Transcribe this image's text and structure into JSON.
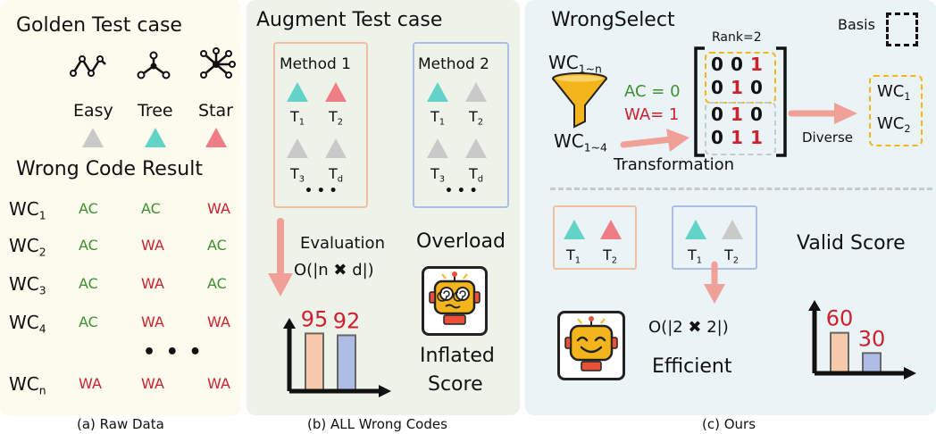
{
  "panel_a": {
    "title": "Golden Test case",
    "graph_types": [
      "Easy",
      "Tree",
      "Star"
    ],
    "wrong_code_title": "Wrong Code Result",
    "rows": [
      {
        "label": "WC",
        "sub": "1",
        "results": [
          "AC",
          "AC",
          "WA"
        ]
      },
      {
        "label": "WC",
        "sub": "2",
        "results": [
          "AC",
          "WA",
          "AC"
        ]
      },
      {
        "label": "WC",
        "sub": "3",
        "results": [
          "AC",
          "WA",
          "AC"
        ]
      },
      {
        "label": "WC",
        "sub": "4",
        "results": [
          "AC",
          "WA",
          "WA"
        ]
      },
      {
        "label": "WC",
        "sub": "n",
        "results": [
          "WA",
          "WA",
          "WA"
        ]
      }
    ],
    "ellipsis": "• • •",
    "caption": "(a) Raw Data"
  },
  "panel_b": {
    "title": "Augment Test case",
    "method1": "Method 1",
    "method2": "Method 2",
    "tests": [
      "T",
      "T",
      "T",
      "T"
    ],
    "test_subs": [
      "1",
      "2",
      "3",
      "d"
    ],
    "dots": "• • •",
    "evaluation": "Evaluation",
    "complexity": "O(|n ✖ d|)",
    "overload": "Overload",
    "bar_values": [
      "95",
      "92"
    ],
    "inflated": "Inflated",
    "score": "Score",
    "caption": "(b) ALL Wrong Codes"
  },
  "panel_c": {
    "title": "WrongSelect",
    "basis": "Basis",
    "wc_in": "WC",
    "wc_in_sub": "1~n",
    "wc_out": "WC",
    "wc_out_sub": "1~4",
    "ac": "AC = 0",
    "wa": "WA= 1",
    "rank": "Rank=2",
    "matrix": [
      [
        "0",
        "0",
        "1"
      ],
      [
        "0",
        "1",
        "0"
      ],
      [
        "0",
        "1",
        "0"
      ],
      [
        "0",
        "1",
        "1"
      ]
    ],
    "transformation": "Transformation",
    "diverse": "Diverse",
    "wc1": "WC",
    "wc1_sub": "1",
    "wc2": "WC",
    "wc2_sub": "2",
    "valid_score": "Valid Score",
    "complexity": "O(|2 ✖ 2|)",
    "efficient": "Efficient",
    "bar_values": [
      "60",
      "30"
    ],
    "caption": "(c) Ours"
  },
  "colors": {
    "panel_a_bg": "#fdfaee",
    "panel_b_bg": "#eef3ea",
    "panel_c_bg": "#eaf3f6",
    "teal": "#63d3c7",
    "pink": "#ee7d86",
    "gray": "#c9c9c9",
    "orange_box": "#f1bf9d",
    "blue_box": "#aebde6",
    "arrow": "#f0a097",
    "gold": "#f3b51b"
  }
}
